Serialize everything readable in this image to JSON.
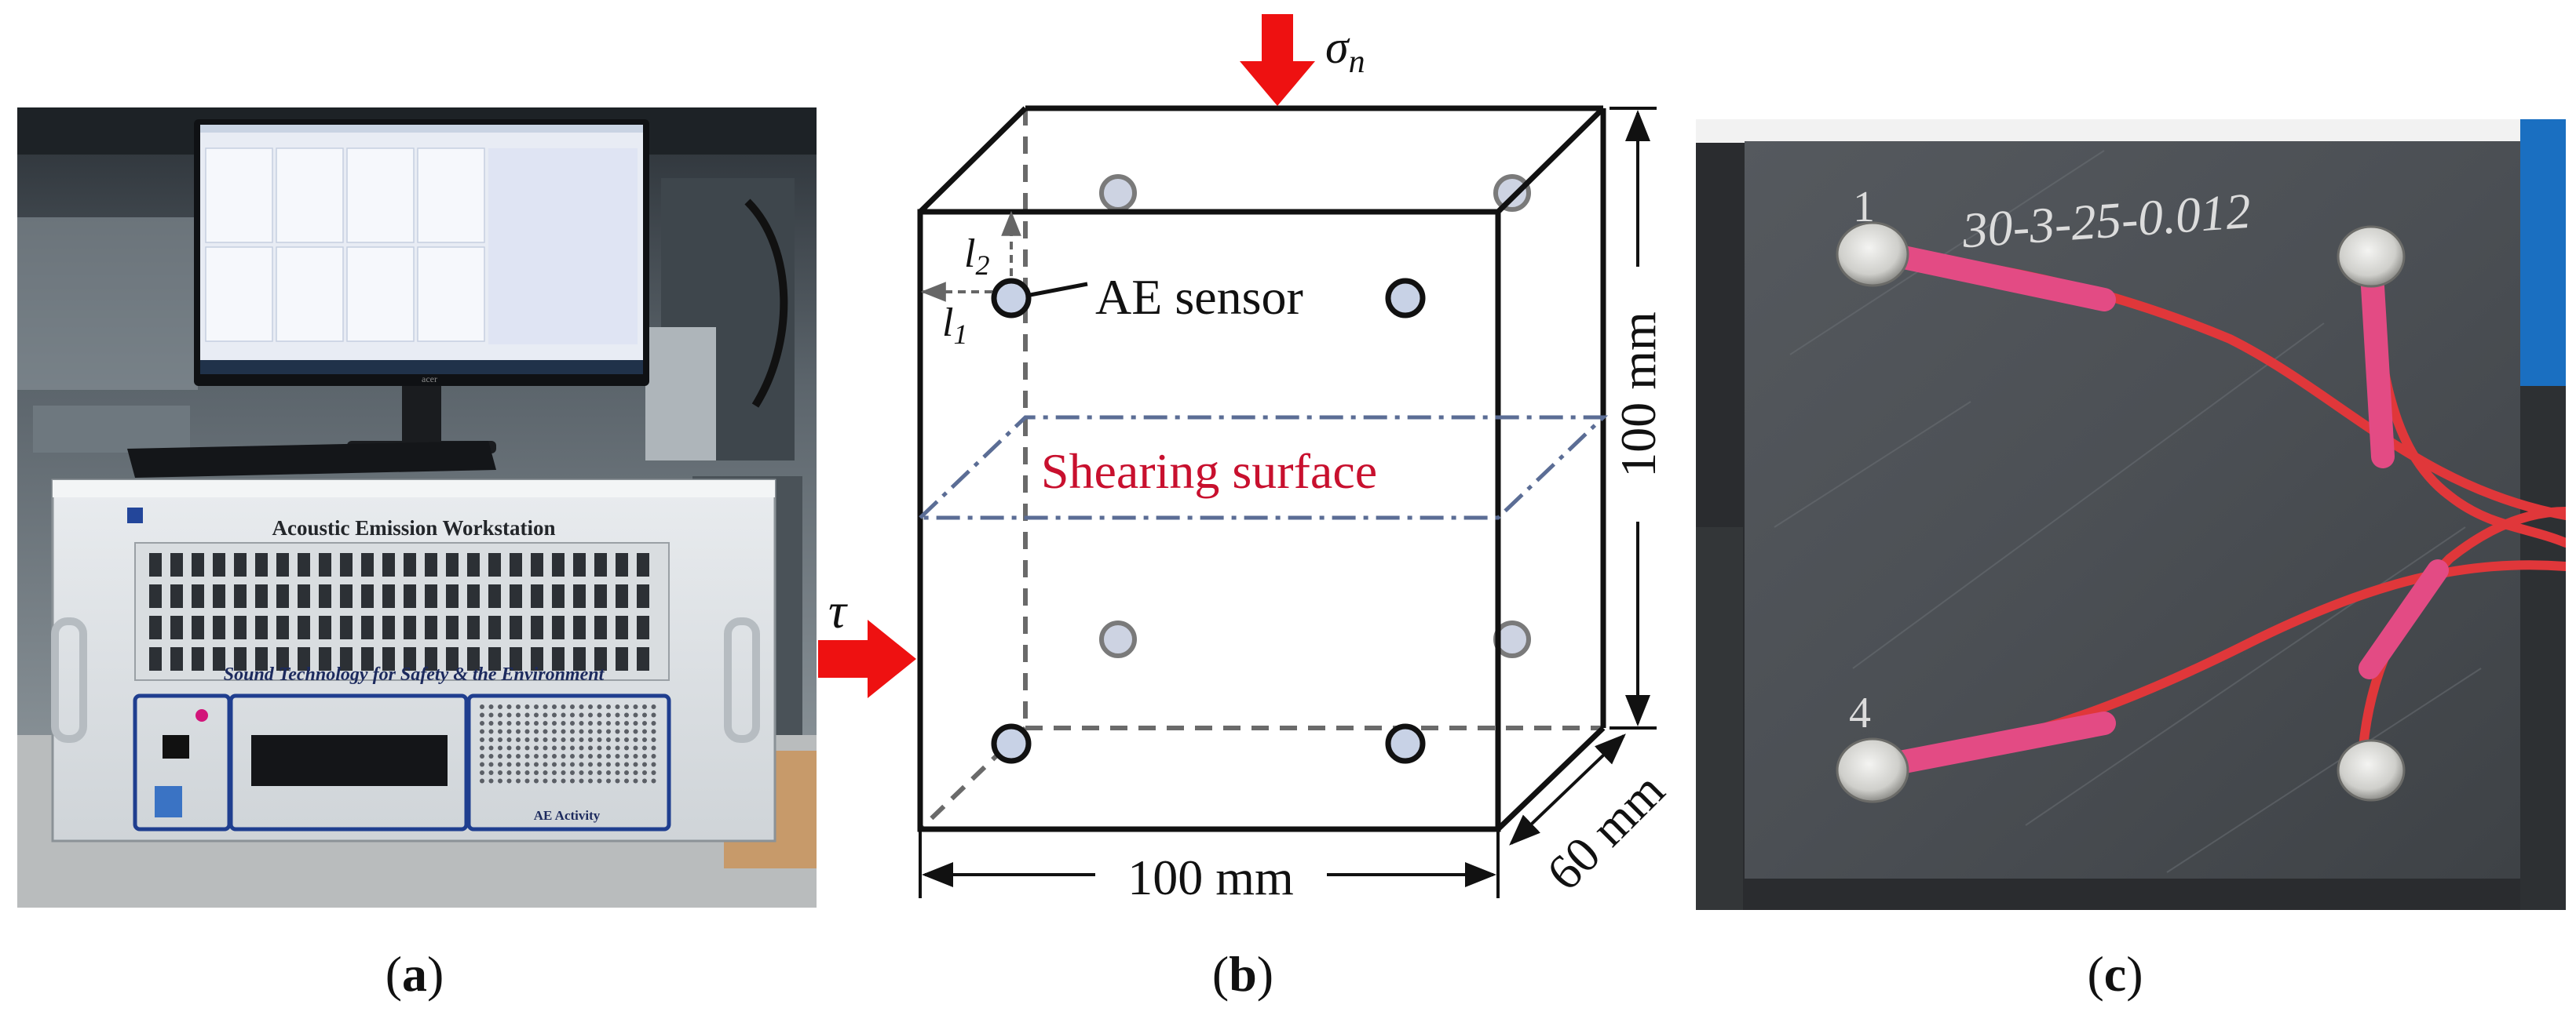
{
  "panel_a": {
    "caption_label": "a",
    "workstation_title": "Acoustic Emission Workstation",
    "workstation_tagline": "Sound Technology for Safety & the Environment",
    "ae_activity_label": "AE Activity",
    "monitor_brand": "acer"
  },
  "panel_b": {
    "caption_label": "b",
    "normal_stress_symbol": "σ",
    "normal_stress_subscript": "n",
    "shear_stress_symbol": "τ",
    "sensor_label": "AE sensor",
    "shearing_surface_label": "Shearing surface",
    "width_dimension": "100 mm",
    "height_dimension": "100 mm",
    "depth_dimension": "60 mm",
    "l1_symbol": "l",
    "l1_subscript": "1",
    "l2_symbol": "l",
    "l2_subscript": "2",
    "colors": {
      "arrow": "#ee1111",
      "shear_label": "#c8102e",
      "plane": "#5b6d95",
      "sensor_fill": "#c8d2e6"
    }
  },
  "panel_c": {
    "caption_label": "c",
    "specimen_annotation": "30-3-25-0.012",
    "sensor_number_1": "1",
    "sensor_number_4": "4"
  }
}
